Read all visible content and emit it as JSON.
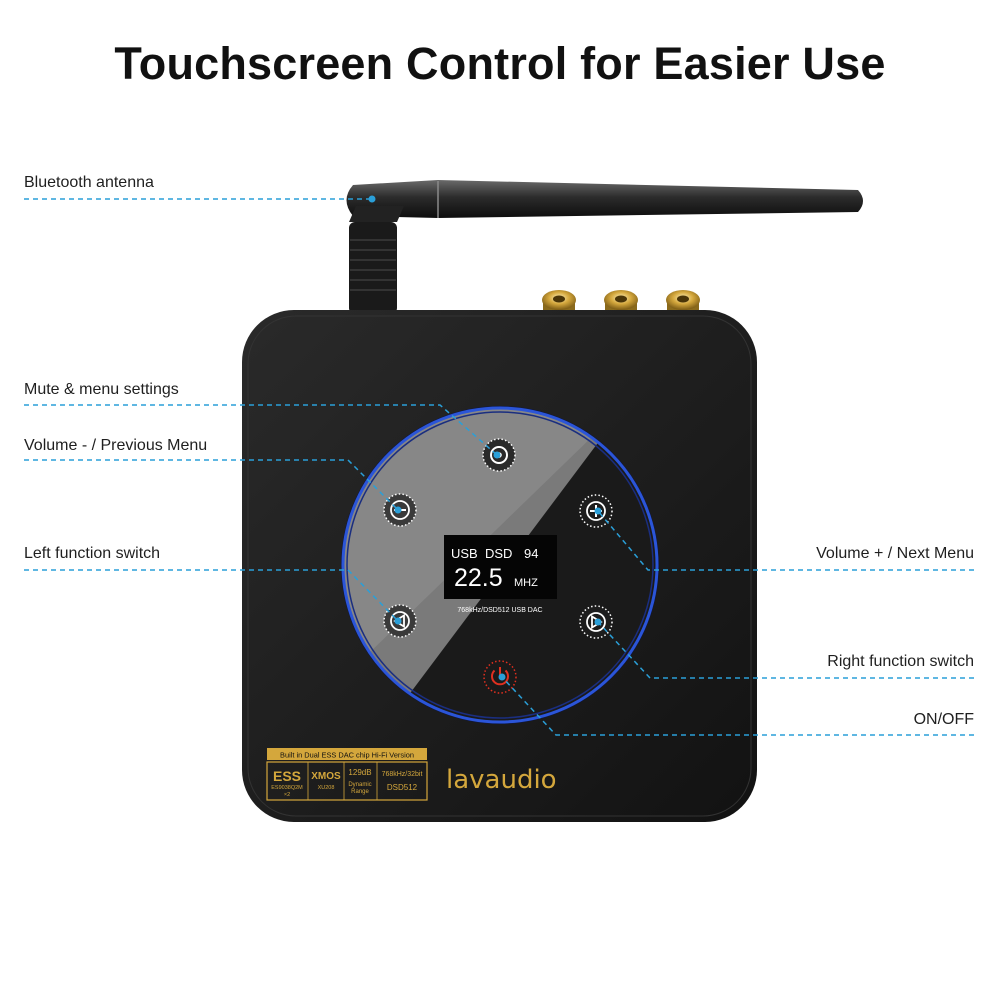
{
  "title": "Touchscreen Control for Easier Use",
  "callouts": {
    "bluetooth_antenna": "Bluetooth antenna",
    "mute_menu": "Mute & menu settings",
    "volume_minus": "Volume - / Previous Menu",
    "left_function": "Left function switch",
    "volume_plus": "Volume + / Next Menu",
    "right_function": "Right function switch",
    "on_off": "ON/OFF"
  },
  "display": {
    "line1_source": "USB",
    "line1_format": "DSD",
    "line1_volume": "94",
    "frequency_value": "22.5",
    "frequency_unit": "MHZ",
    "caption": "768kHz/DSD512 USB DAC"
  },
  "badge": {
    "header": "Built in Dual ESS DAC chip Hi-Fi Version",
    "ess_logo": "ESS",
    "ess_model": "ES9038Q2M",
    "ess_count": "×2",
    "xmos_logo": "XMOS",
    "xmos_model": "XU208",
    "range_value": "129dB",
    "range_label1": "Dynamic",
    "range_label2": "Range",
    "spec_rate": "768kHz/32bit",
    "spec_dsd": "DSD512"
  },
  "brand": "lavaudio",
  "colors": {
    "callout_line": "#2a9fd8",
    "device_body": "#1b1b1b",
    "ring_accent": "#2b55d8",
    "gold": "#d4a73c",
    "power_red": "#e03020"
  }
}
